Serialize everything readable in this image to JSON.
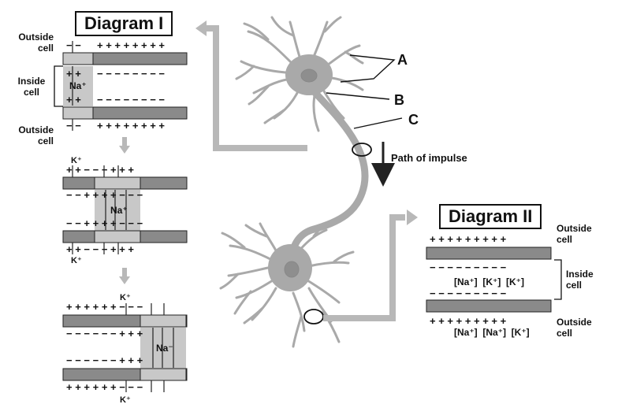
{
  "diagram1": {
    "title": "Diagram I",
    "outside_cell": "Outside cell",
    "inside_cell": "Inside cell",
    "na_label": "Na⁺",
    "na_label_alt": "Na⁻",
    "k_label": "K⁺"
  },
  "neuron": {
    "label_a": "A",
    "label_b": "B",
    "label_c": "C",
    "path_label": "Path of impulse"
  },
  "diagram2": {
    "title": "Diagram II",
    "outside_cell": "Outside cell",
    "inside_cell": "Inside cell",
    "inside_ions": "[Na⁺]  [K⁺]  [K⁺]",
    "outside_ions": "[Na⁺]  [Na⁺]  [K⁺]"
  },
  "colors": {
    "membrane": "#8a8a8a",
    "channel": "#c8c8c8",
    "neuron": "#a9a9a9",
    "arrow": "#b8b8b8"
  }
}
